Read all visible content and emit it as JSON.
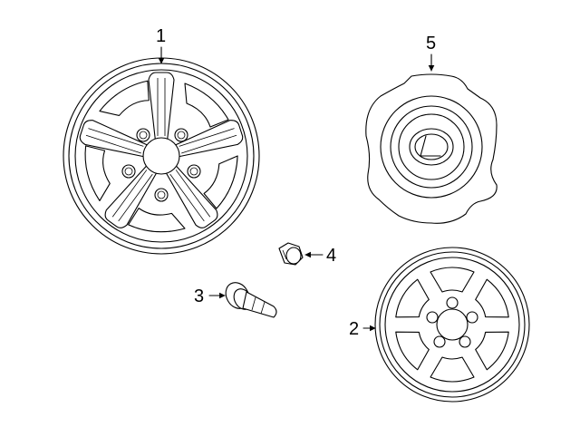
{
  "diagram": {
    "callouts": [
      {
        "id": "1",
        "label": "1",
        "part": "wheel-large"
      },
      {
        "id": "2",
        "label": "2",
        "part": "wheel-small"
      },
      {
        "id": "3",
        "label": "3",
        "part": "valve-stem"
      },
      {
        "id": "4",
        "label": "4",
        "part": "lug-nut"
      },
      {
        "id": "5",
        "label": "5",
        "part": "center-cap"
      }
    ],
    "line_color": "#000000",
    "background": "#ffffff"
  }
}
